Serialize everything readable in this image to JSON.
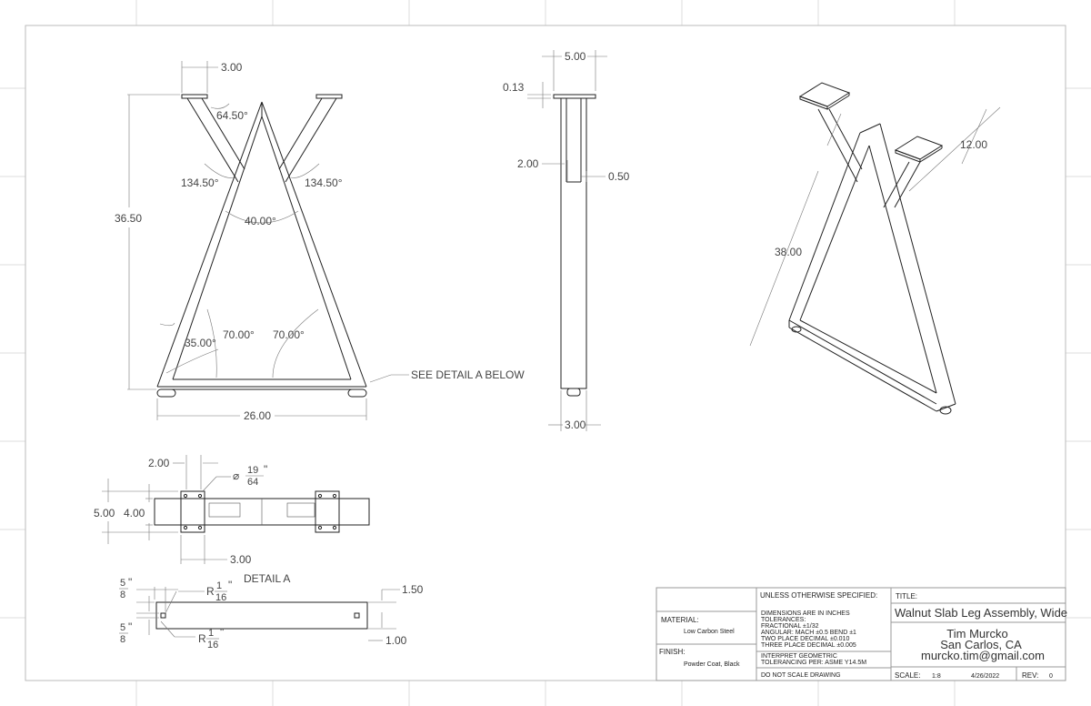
{
  "front_view": {
    "top_width": "3.00",
    "angle_inner": "64.50°",
    "angle_left": "134.50°",
    "angle_right": "134.50°",
    "apex_angle": "40.00°",
    "height": "36.50",
    "angle_base_left": "70.00°",
    "angle_base_right": "70.00°",
    "angle_corner": "35.00°",
    "base_width": "26.00",
    "callout": "SEE DETAIL A BELOW"
  },
  "side_view": {
    "plate_width": "5.00",
    "plate_thickness": "0.13",
    "slot_depth": "2.00",
    "wall": "0.50",
    "leg_width": "3.00"
  },
  "iso_view": {
    "length": "38.00",
    "offset": "12.00"
  },
  "plate_view": {
    "hole_offset": "2.00",
    "hole_dia_num": "19",
    "hole_dia_den": "64",
    "hole_dia_unit": "\"",
    "outer": "5.00",
    "inner": "4.00",
    "plate_len": "3.00"
  },
  "detail_a": {
    "title": "DETAIL A",
    "top_frac_num": "5",
    "top_frac_den": "8",
    "bot_frac_num": "5",
    "bot_frac_den": "8",
    "r_top_num": "1",
    "r_top_den": "16",
    "r_bot_num": "1",
    "r_bot_den": "16",
    "dim_right_top": "1.50",
    "dim_right_bot": "1.00",
    "radius_label": "R",
    "inch_mark": "\""
  },
  "title_block": {
    "material_label": "MATERIAL:",
    "material_value": "Low Carbon Steel",
    "finish_label": "FINISH:",
    "finish_value": "Powder Coat, Black",
    "spec_header": "UNLESS OTHERWISE SPECIFIED:",
    "spec_lines": [
      "DIMENSIONS ARE IN INCHES",
      "TOLERANCES:",
      "FRACTIONAL ±1/32",
      "ANGULAR: MACH ±0.5   BEND ±1",
      "TWO PLACE DECIMAL    ±0.010",
      "THREE PLACE DECIMAL  ±0.005"
    ],
    "geom_line1": "INTERPRET GEOMETRIC",
    "geom_line2": "TOLERANCING PER: ASME Y14.5M",
    "no_scale": "DO NOT SCALE DRAWING",
    "title_label": "TITLE:",
    "title_value": "Walnut Slab Leg Assembly, Wide",
    "author_name": "Tim Murcko",
    "author_city": "San Carlos, CA",
    "author_email": "murcko.tim@gmail.com",
    "scale_label": "SCALE:",
    "scale_value": "1:8",
    "date": "4/26/2022",
    "rev_label": "REV:",
    "rev_value": "0"
  }
}
